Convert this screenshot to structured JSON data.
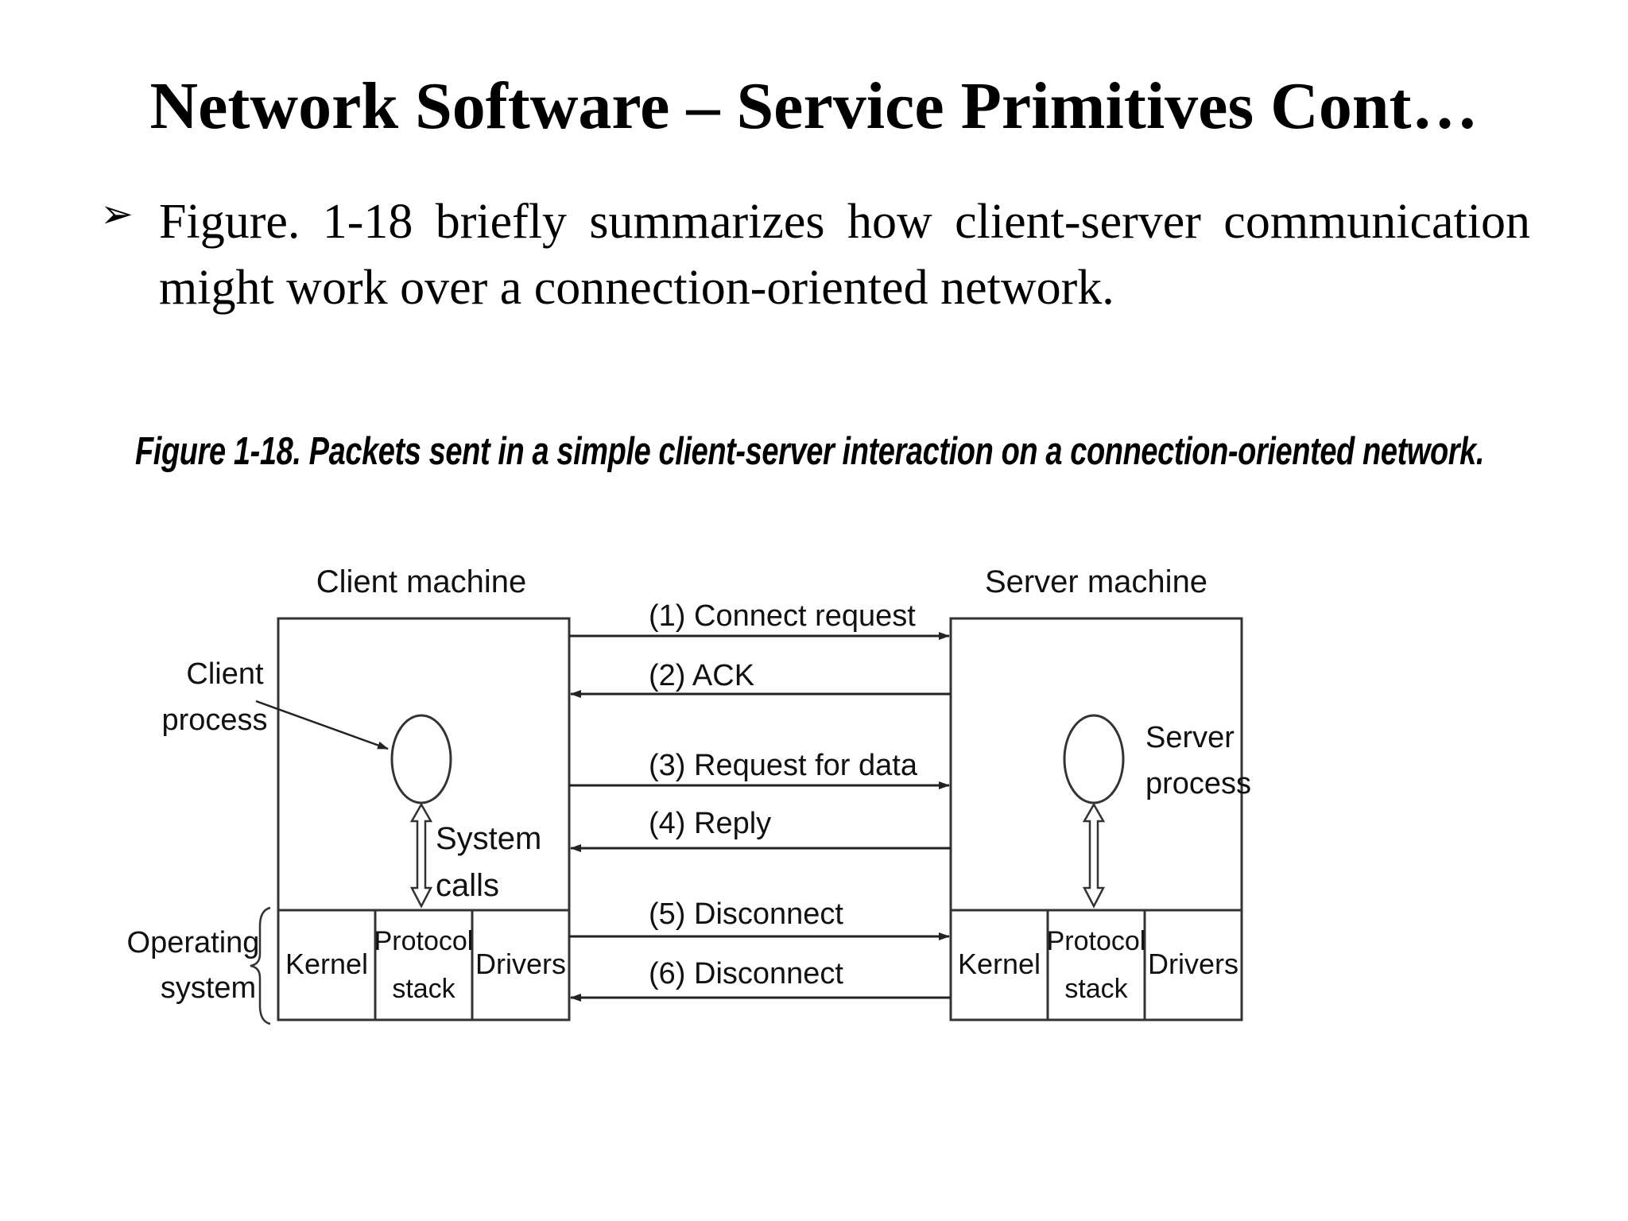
{
  "slide": {
    "title": "Network Software – Service Primitives Cont…",
    "bullet_symbol": "➢",
    "paragraph": "Figure. 1-18 briefly summarizes how client-server communication might work over a connection-oriented network.",
    "caption": "Figure 1-18. Packets sent in a simple client-server interaction on a connection-oriented network."
  },
  "diagram": {
    "client_machine": "Client machine",
    "server_machine": "Server machine",
    "client_process": [
      "Client",
      "process"
    ],
    "server_process": [
      "Server",
      "process"
    ],
    "system_calls": [
      "System",
      "calls"
    ],
    "operating_system": [
      "Operating",
      "system"
    ],
    "os_cells": {
      "kernel": "Kernel",
      "protocol_stack": [
        "Protocol",
        "stack"
      ],
      "drivers": "Drivers"
    },
    "messages": [
      "(1) Connect request",
      "(2) ACK",
      "(3) Request for data",
      "(4) Reply",
      "(5) Disconnect",
      "(6) Disconnect"
    ]
  }
}
